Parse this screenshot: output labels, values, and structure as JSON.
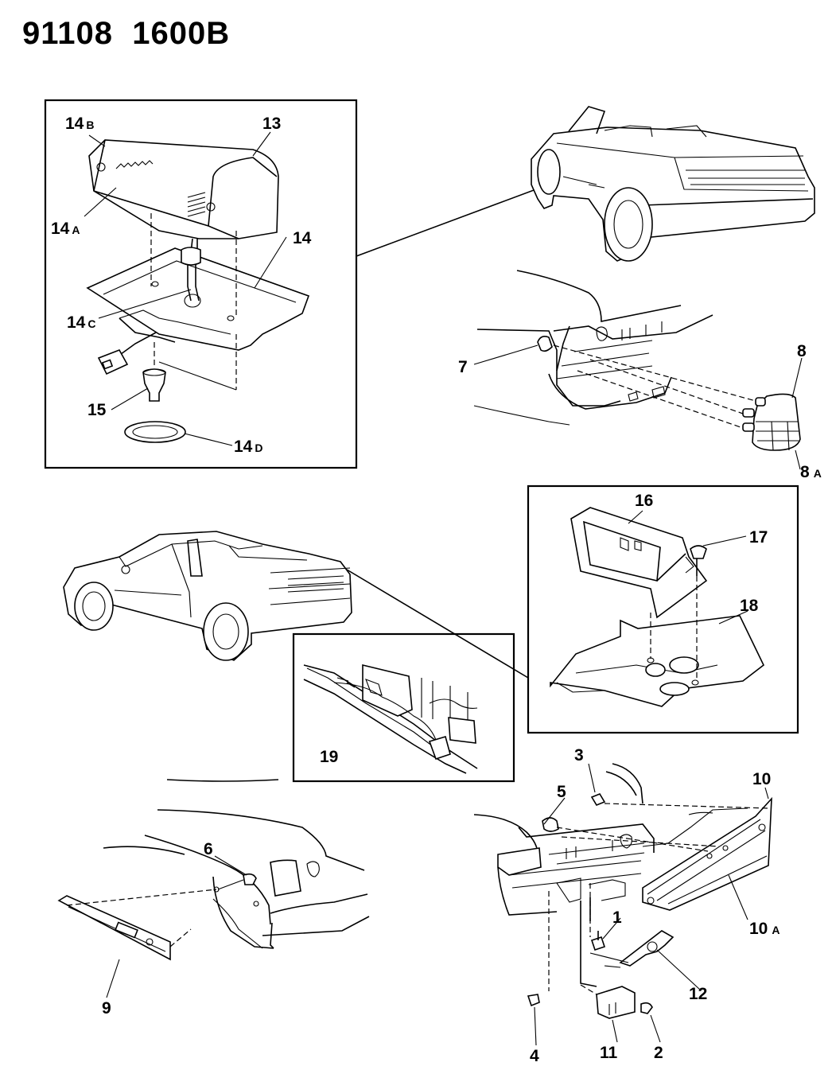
{
  "header": {
    "code_a": "91108",
    "code_b": "1600B"
  },
  "callouts": [
    {
      "id": "14b",
      "num": "14",
      "suffix": "B"
    },
    {
      "id": "13",
      "num": "13",
      "suffix": ""
    },
    {
      "id": "14a",
      "num": "14",
      "suffix": "A"
    },
    {
      "id": "14",
      "num": "14",
      "suffix": ""
    },
    {
      "id": "14c",
      "num": "14",
      "suffix": "C"
    },
    {
      "id": "15",
      "num": "15",
      "suffix": ""
    },
    {
      "id": "14d",
      "num": "14",
      "suffix": "D"
    },
    {
      "id": "7",
      "num": "7",
      "suffix": ""
    },
    {
      "id": "8",
      "num": "8",
      "suffix": ""
    },
    {
      "id": "8a",
      "num": "8",
      "suffix": "A"
    },
    {
      "id": "16",
      "num": "16",
      "suffix": ""
    },
    {
      "id": "17",
      "num": "17",
      "suffix": ""
    },
    {
      "id": "18",
      "num": "18",
      "suffix": ""
    },
    {
      "id": "19",
      "num": "19",
      "suffix": ""
    },
    {
      "id": "5",
      "num": "5",
      "suffix": ""
    },
    {
      "id": "3",
      "num": "3",
      "suffix": ""
    },
    {
      "id": "10",
      "num": "10",
      "suffix": ""
    },
    {
      "id": "6",
      "num": "6",
      "suffix": ""
    },
    {
      "id": "1",
      "num": "1",
      "suffix": ""
    },
    {
      "id": "10a",
      "num": "10",
      "suffix": "A"
    },
    {
      "id": "12",
      "num": "12",
      "suffix": ""
    },
    {
      "id": "9",
      "num": "9",
      "suffix": ""
    },
    {
      "id": "4",
      "num": "4",
      "suffix": ""
    },
    {
      "id": "11",
      "num": "11",
      "suffix": ""
    },
    {
      "id": "2",
      "num": "2",
      "suffix": ""
    }
  ]
}
